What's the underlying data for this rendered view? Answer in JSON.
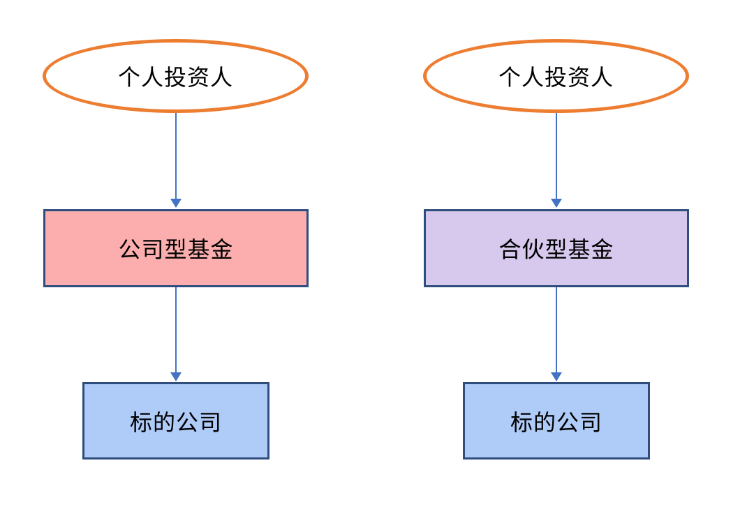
{
  "diagram": {
    "title": "fund-structure-comparison",
    "colors": {
      "ellipse_border": "#ED7D31",
      "rect_border": "#2F4E7E",
      "arrow": "#4472C4",
      "company_fund_fill": "#FCAEAE",
      "partnership_fund_fill": "#D7C9ED",
      "target_company_fill": "#AFCBF8",
      "text": "#000000",
      "background": "#FFFFFF"
    },
    "columns": [
      {
        "investor": "个人投资人",
        "fund": "公司型基金",
        "fund_fill": "#FCAEAE",
        "target": "标的公司",
        "target_fill": "#AFCBF8"
      },
      {
        "investor": "个人投资人",
        "fund": "合伙型基金",
        "fund_fill": "#D7C9ED",
        "target": "标的公司",
        "target_fill": "#AFCBF8"
      }
    ]
  }
}
